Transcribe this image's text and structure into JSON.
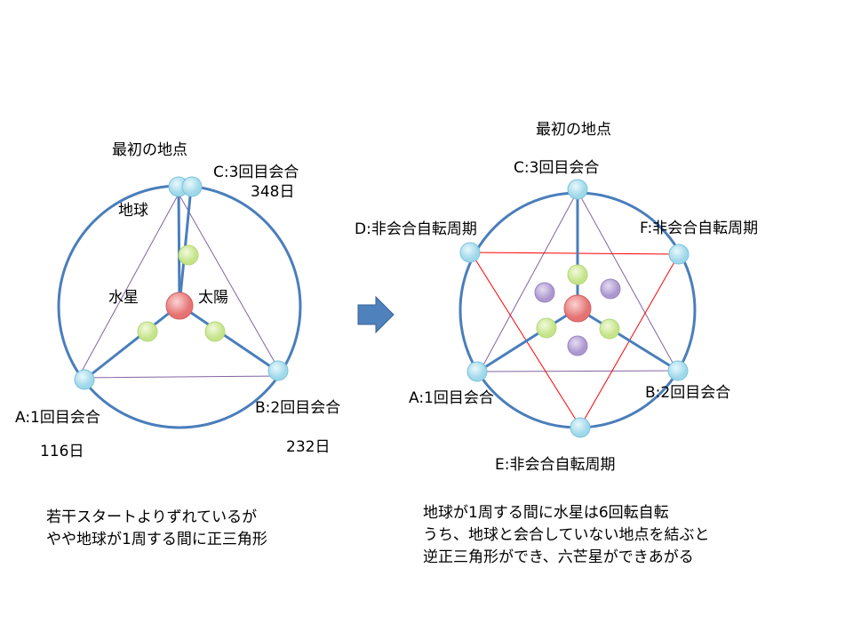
{
  "left": {
    "start_label": "最初の地点",
    "earth_label": "地球",
    "mercury_label": "水星",
    "sun_label": "太陽",
    "a_label": "A:1回目会合",
    "a_days": "116日",
    "b_label": "B:2回目会合",
    "b_days": "232日",
    "c_label": "C:3回目会合",
    "c_days": "348日",
    "caption": [
      "若干スタートよりずれているが",
      "やや地球が1周する間に正三角形"
    ]
  },
  "right": {
    "start_label": "最初の地点",
    "c_label": "C:3回目会合",
    "d_label": "D:非会合自転周期",
    "f_label": "F:非会合自転周期",
    "a_label": "A:1回目会合",
    "b_label": "B:2回目会合",
    "e_label": "E:非会合自転周期",
    "caption": [
      "地球が1周する間に水星は6回転自転",
      "うち、地球と会合していない地点を結ぶと",
      "逆正三角形ができ、六芒星ができあがる"
    ]
  },
  "colors": {
    "orbit": "#4a7ebb",
    "earth": "#bfe6f2",
    "sun": "#ef9a9a",
    "mercury": "#d8efa8",
    "mercury_alt": "#c8b7e0",
    "triangle": "#8064a2",
    "inverse_triangle": "#ff0000",
    "arrow": "#4f81bd"
  }
}
